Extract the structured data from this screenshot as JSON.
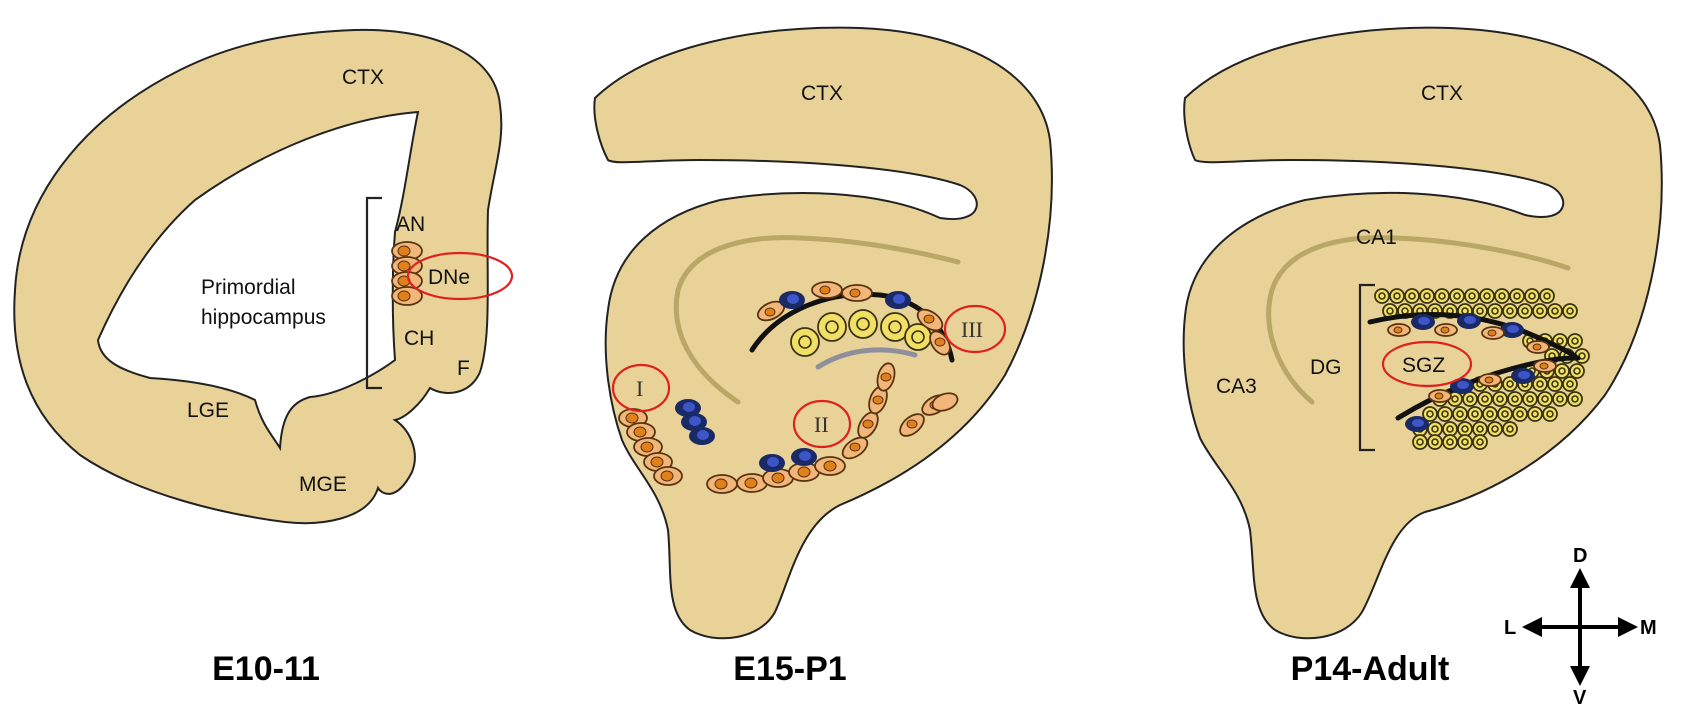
{
  "panels": [
    {
      "stage": "E10-11",
      "labels": {
        "ctx": "CTX",
        "an": "AN",
        "dne": "DNe",
        "primordial_line1": "Primordial",
        "primordial_line2": "hippocampus",
        "ch": "CH",
        "f": "F",
        "lge": "LGE",
        "mge": "MGE"
      }
    },
    {
      "stage": "E15-P1",
      "labels": {
        "ctx": "CTX",
        "wave_1": "I",
        "wave_2": "II",
        "wave_3": "III"
      }
    },
    {
      "stage": "P14-Adult",
      "labels": {
        "ctx": "CTX",
        "ca1": "CA1",
        "ca3": "CA3",
        "dg": "DG",
        "sgz": "SGZ"
      }
    }
  ],
  "compass": {
    "dorsal": "D",
    "ventral": "V",
    "lateral": "L",
    "medial": "M"
  },
  "colors": {
    "tissue": "#e8d298",
    "progenitor": "#f2b57a",
    "progenitor_nucleus": "#e0801a",
    "blue_cell": "#3d55c8",
    "granule_cell": "#f2e066",
    "highlight_ring": "#e02020"
  }
}
